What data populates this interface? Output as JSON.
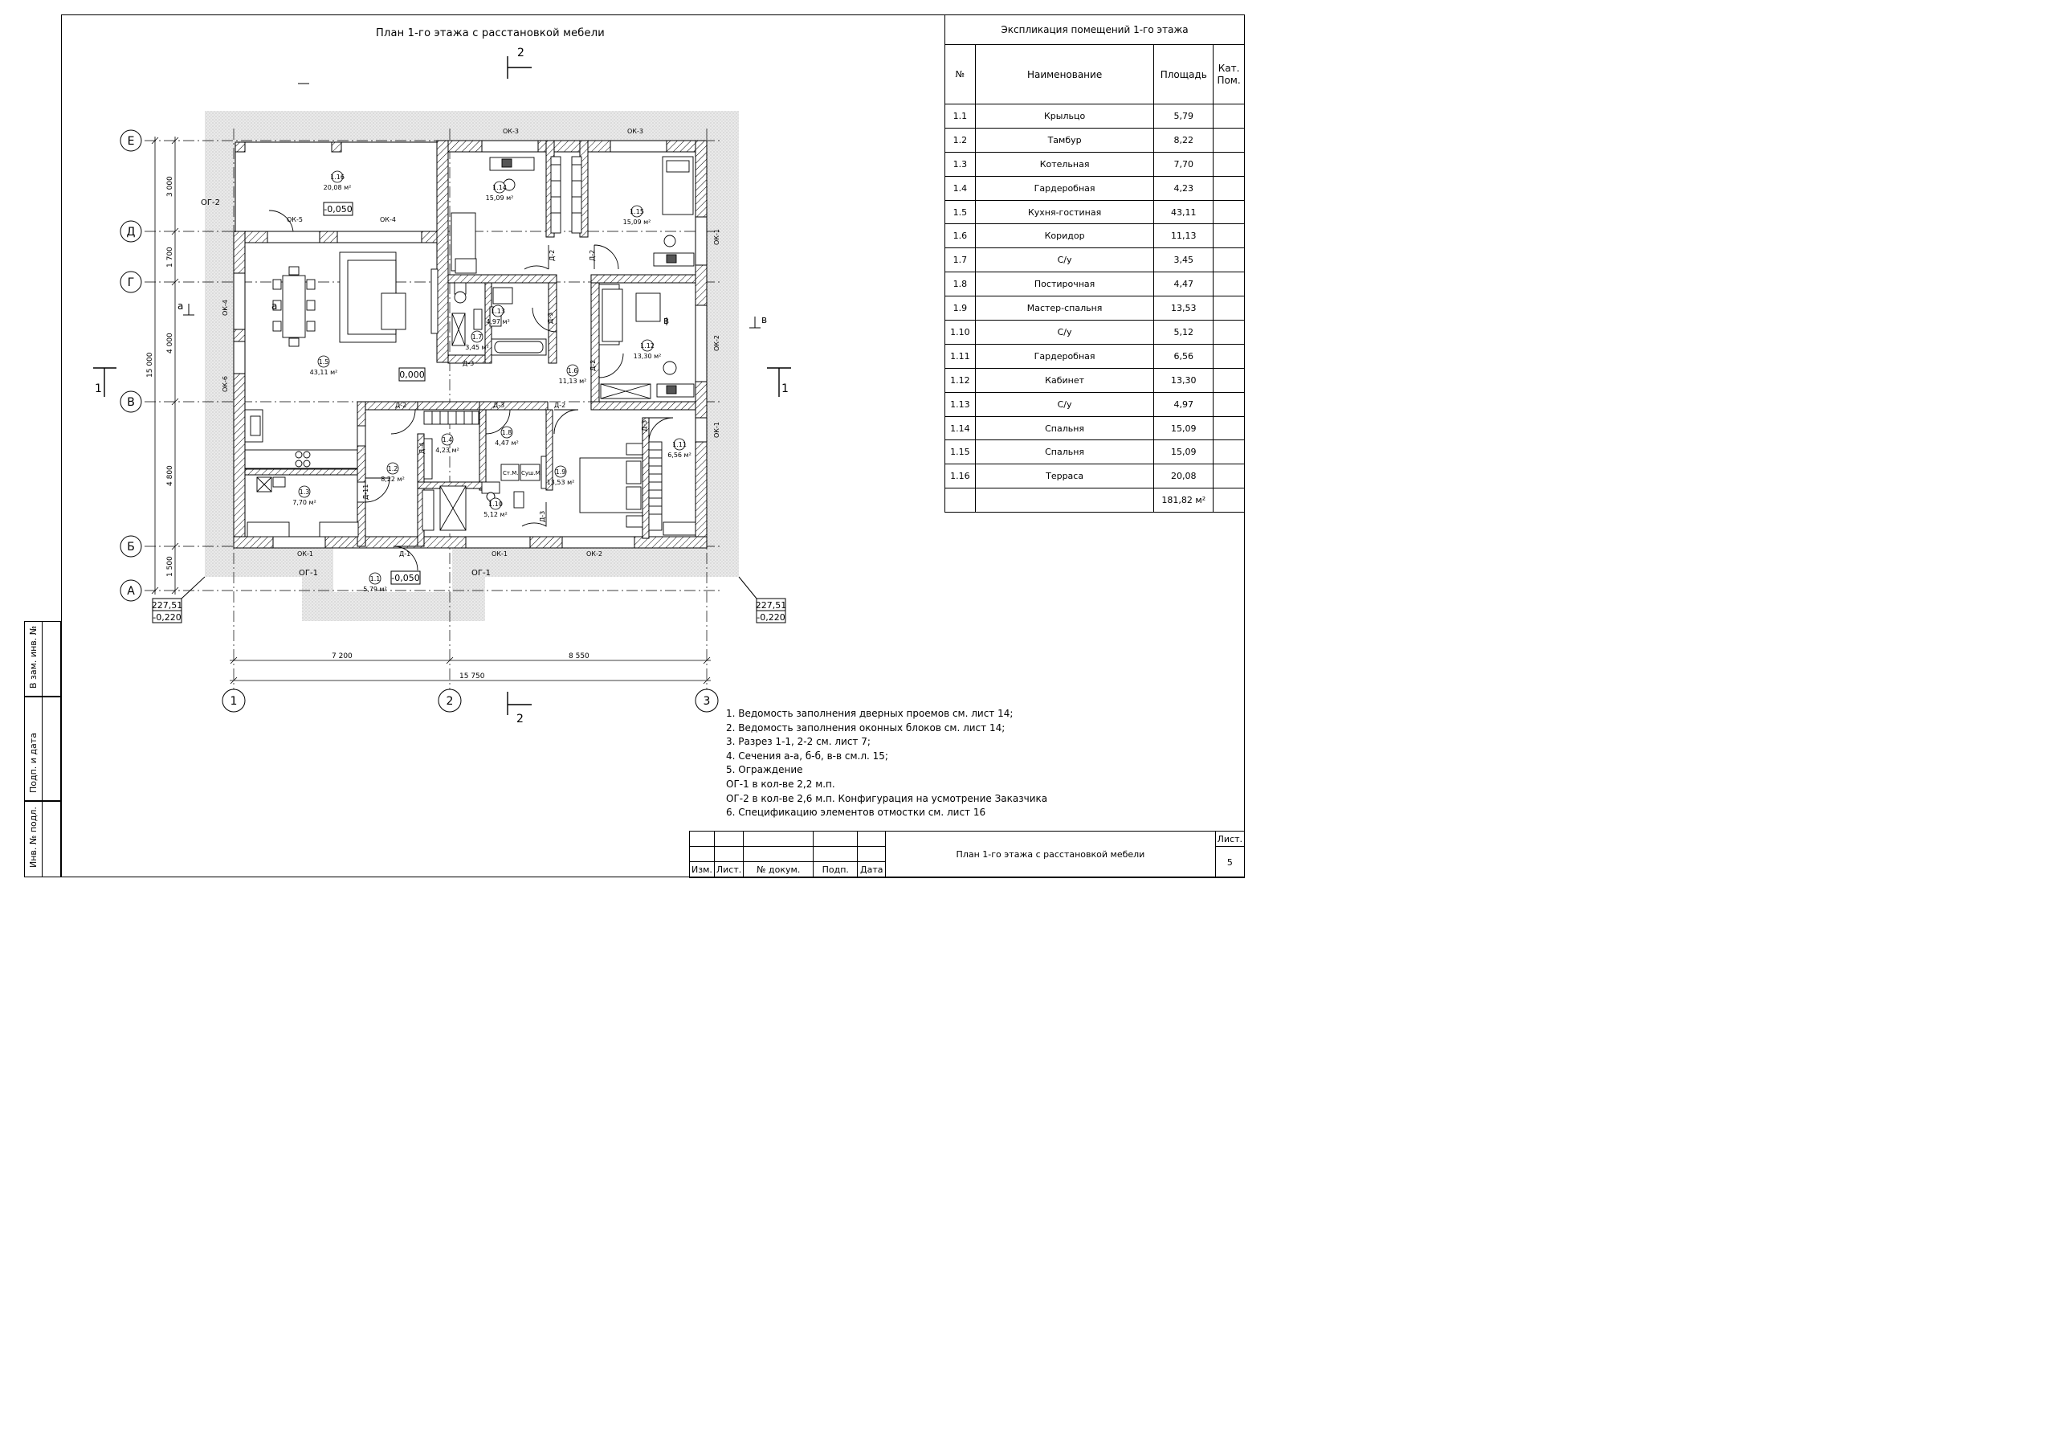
{
  "drawing_title": "План 1-го этажа с расстановкой мебели",
  "explication": {
    "title": "Экспликация помещений 1-го этажа",
    "headers": [
      "№",
      "Наименование",
      "Площадь",
      "Кат. Пом."
    ],
    "rows": [
      {
        "num": "1.1",
        "name": "Крыльцо",
        "area": "5,79"
      },
      {
        "num": "1.2",
        "name": "Тамбур",
        "area": "8,22"
      },
      {
        "num": "1.3",
        "name": "Котельная",
        "area": "7,70"
      },
      {
        "num": "1.4",
        "name": "Гардеробная",
        "area": "4,23"
      },
      {
        "num": "1.5",
        "name": "Кухня-гостиная",
        "area": "43,11"
      },
      {
        "num": "1.6",
        "name": "Коридор",
        "area": "11,13"
      },
      {
        "num": "1.7",
        "name": "С/у",
        "area": "3,45"
      },
      {
        "num": "1.8",
        "name": "Постирочная",
        "area": "4,47"
      },
      {
        "num": "1.9",
        "name": "Мастер-спальня",
        "area": "13,53"
      },
      {
        "num": "1.10",
        "name": "С/у",
        "area": "5,12"
      },
      {
        "num": "1.11",
        "name": "Гардеробная",
        "area": "6,56"
      },
      {
        "num": "1.12",
        "name": "Кабинет",
        "area": "13,30"
      },
      {
        "num": "1.13",
        "name": "С/у",
        "area": "4,97"
      },
      {
        "num": "1.14",
        "name": "Спальня",
        "area": "15,09"
      },
      {
        "num": "1.15",
        "name": "Спальня",
        "area": "15,09"
      },
      {
        "num": "1.16",
        "name": "Терраса",
        "area": "20,08"
      }
    ],
    "total": "181,82 м²"
  },
  "notes": [
    "1. Ведомость заполнения дверных проемов см. лист 14;",
    "2. Ведомость заполнения  оконных блоков см. лист 14;",
    "3. Разрез 1-1, 2-2  см. лист 7;",
    "4. Сечения а-а, б-б, в-в см.л. 15;",
    "5. Ограждение",
    "ОГ-1 в кол-ве 2,2 м.п.",
    "ОГ-2 в кол-ве 2,6 м.п. Конфигурация на усмотрение Заказчика",
    "6. Спецификацию элементов отмостки см. лист 16"
  ],
  "stamp": {
    "izm": "Изм.",
    "list": "Лист.",
    "doc": "№ докум.",
    "podp": "Подп.",
    "data": "Дата",
    "title": "План 1-го этажа с расстановкой мебели",
    "sheet_label": "Лист.",
    "sheet_num": "5"
  },
  "side_labels": {
    "zam": "В зам. инв. №",
    "podp_data": "Подп. и дата",
    "inv": "Инв. № подл."
  },
  "axes": {
    "rows": [
      "Е",
      "Д",
      "Г",
      "В",
      "Б",
      "А"
    ],
    "cols": [
      "1",
      "2",
      "3"
    ],
    "row_dims": [
      "3 000",
      "1 700",
      "4 000",
      "4 800",
      "1 500"
    ],
    "total_row_dim": "15 000",
    "col_dims": [
      "7 200",
      "8 550"
    ],
    "total_col_dim": "15 750"
  },
  "elevations": {
    "left_top": "227,51",
    "left_bot": "-0,220",
    "right_top": "227,51",
    "right_bot": "-0,220"
  },
  "levels": {
    "terrace": "-0,050",
    "main": "0,000",
    "porch": "-0,050"
  },
  "sections": {
    "s1": "1",
    "s2": "2",
    "a": "а",
    "b": "б",
    "v": "в"
  },
  "rooms": [
    {
      "id": "1.16",
      "area": "20,08 м²"
    },
    {
      "id": "1.14",
      "area": "15,09 м²"
    },
    {
      "id": "1.15",
      "area": "15,09 м²"
    },
    {
      "id": "1.5",
      "area": "43,11 м²"
    },
    {
      "id": "1.13",
      "area": "4,97 м²"
    },
    {
      "id": "1.7",
      "area": "3,45 м²"
    },
    {
      "id": "1.12",
      "area": "13,30 м²"
    },
    {
      "id": "1.6",
      "area": "11,13 м²"
    },
    {
      "id": "1.2",
      "area": "8,22 м²"
    },
    {
      "id": "1.4",
      "area": "4,23 м²"
    },
    {
      "id": "1.8",
      "area": "4,47 м²"
    },
    {
      "id": "1.9",
      "area": "13,53 м²"
    },
    {
      "id": "1.11",
      "area": "6,56 м²"
    },
    {
      "id": "1.3",
      "area": "7,70 м²"
    },
    {
      "id": "1.10",
      "area": "5,12 м²"
    },
    {
      "id": "1.1",
      "area": "5,79 м²"
    }
  ],
  "openings": {
    "ok1": "ОК-1",
    "ok2": "ОК-2",
    "ok3": "ОК-3",
    "ok4": "ОК-4",
    "ok5": "ОК-5",
    "ok6": "ОК-6",
    "og1": "ОГ-1",
    "og2": "ОГ-2",
    "d1": "Д-1",
    "d2": "Д-2",
    "d3": "Д-3",
    "d4": "Д-4",
    "d11": "Д-11"
  },
  "appliances": {
    "washer": "Ст.М.",
    "dryer": "Суш.М."
  }
}
